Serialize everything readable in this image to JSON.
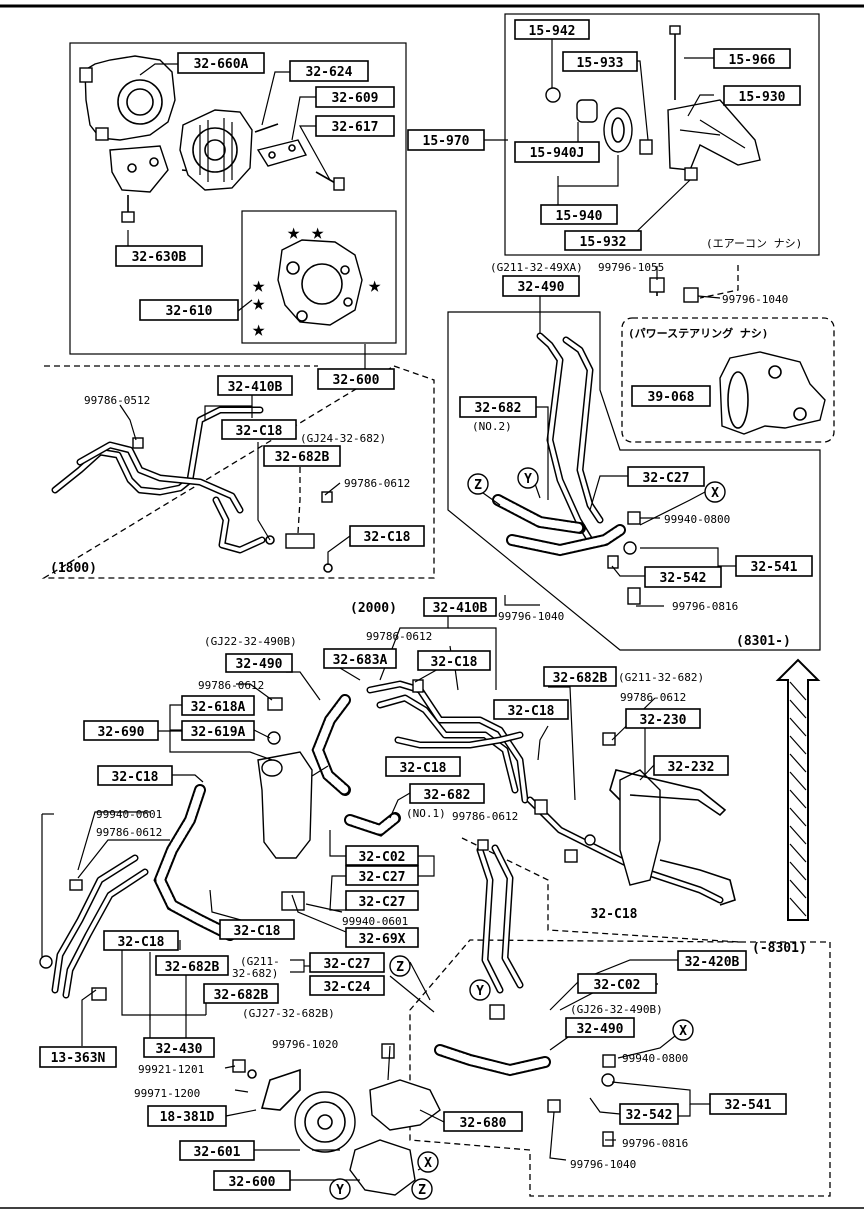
{
  "boxed_labels": [
    {
      "id": "32-660A",
      "text": "32-660A"
    },
    {
      "id": "32-624",
      "text": "32-624"
    },
    {
      "id": "32-609",
      "text": "32-609"
    },
    {
      "id": "32-617",
      "text": "32-617"
    },
    {
      "id": "32-630B",
      "text": "32-630B"
    },
    {
      "id": "32-610",
      "text": "32-610"
    },
    {
      "id": "32-600-top",
      "text": "32-600"
    },
    {
      "id": "15-942",
      "text": "15-942"
    },
    {
      "id": "15-933",
      "text": "15-933"
    },
    {
      "id": "15-966",
      "text": "15-966"
    },
    {
      "id": "15-930",
      "text": "15-930"
    },
    {
      "id": "15-970",
      "text": "15-970"
    },
    {
      "id": "15-940J",
      "text": "15-940J"
    },
    {
      "id": "15-940",
      "text": "15-940"
    },
    {
      "id": "15-932",
      "text": "15-932"
    },
    {
      "id": "32-490-top",
      "text": "32-490"
    },
    {
      "id": "39-068",
      "text": "39-068"
    },
    {
      "id": "32-682-no2",
      "text": "32-682"
    },
    {
      "id": "32-C27-top",
      "text": "32-C27"
    },
    {
      "id": "32-541-top",
      "text": "32-541"
    },
    {
      "id": "32-542-top",
      "text": "32-542"
    },
    {
      "id": "32-410B-1800",
      "text": "32-410B"
    },
    {
      "id": "32-C18-1800a",
      "text": "32-C18"
    },
    {
      "id": "32-682B-1800",
      "text": "32-682B"
    },
    {
      "id": "32-C18-1800b",
      "text": "32-C18"
    },
    {
      "id": "32-410B-2000",
      "text": "32-410B"
    },
    {
      "id": "32-490-mid",
      "text": "32-490"
    },
    {
      "id": "32-683A",
      "text": "32-683A"
    },
    {
      "id": "32-C18-m1",
      "text": "32-C18"
    },
    {
      "id": "32-618A",
      "text": "32-618A"
    },
    {
      "id": "32-690",
      "text": "32-690"
    },
    {
      "id": "32-619A",
      "text": "32-619A"
    },
    {
      "id": "32-682B-m",
      "text": "32-682B"
    },
    {
      "id": "32-C18-m2",
      "text": "32-C18"
    },
    {
      "id": "32-230",
      "text": "32-230"
    },
    {
      "id": "32-232",
      "text": "32-232"
    },
    {
      "id": "32-C18-m3",
      "text": "32-C18"
    },
    {
      "id": "32-C18-m4",
      "text": "32-C18"
    },
    {
      "id": "32-682-no1",
      "text": "32-682"
    },
    {
      "id": "32-C02-m",
      "text": "32-C02"
    },
    {
      "id": "32-C27-m1",
      "text": "32-C27"
    },
    {
      "id": "32-C27-m2",
      "text": "32-C27"
    },
    {
      "id": "32-C18-m5",
      "text": "32-C18"
    },
    {
      "id": "32-69X",
      "text": "32-69X"
    },
    {
      "id": "32-C18-m6",
      "text": "32-C18"
    },
    {
      "id": "32-682B-l1",
      "text": "32-682B"
    },
    {
      "id": "32-C27-l",
      "text": "32-C27"
    },
    {
      "id": "32-C24",
      "text": "32-C24"
    },
    {
      "id": "32-682B-l2",
      "text": "32-682B"
    },
    {
      "id": "13-363N",
      "text": "13-363N"
    },
    {
      "id": "32-430",
      "text": "32-430"
    },
    {
      "id": "18-381D",
      "text": "18-381D"
    },
    {
      "id": "32-601",
      "text": "32-601"
    },
    {
      "id": "32-600-bot",
      "text": "32-600"
    },
    {
      "id": "32-680",
      "text": "32-680"
    },
    {
      "id": "32-420B",
      "text": "32-420B"
    },
    {
      "id": "32-C02-r",
      "text": "32-C02"
    },
    {
      "id": "32-490-r",
      "text": "32-490"
    },
    {
      "id": "32-542-bot",
      "text": "32-542"
    },
    {
      "id": "32-541-bot",
      "text": "32-541"
    },
    {
      "id": "32-C18-r",
      "text": "32-C18"
    }
  ],
  "plain_labels": [
    {
      "id": "aircon",
      "text": "(エアーコン ナシ)"
    },
    {
      "id": "gj211-49xa",
      "text": "(G211-32-49XA)"
    },
    {
      "id": "99796-1055",
      "text": "99796-1055"
    },
    {
      "id": "99796-1040-top",
      "text": "99796-1040"
    },
    {
      "id": "powersteer",
      "text": "(パワーステアリング ナシ)"
    },
    {
      "id": "no2",
      "text": "(NO.2)"
    },
    {
      "id": "99940-0800-top",
      "text": "99940-0800"
    },
    {
      "id": "99796-0816-top",
      "text": "99796-0816"
    },
    {
      "id": "8301-",
      "text": "(8301-)"
    },
    {
      "id": "99786-0512-a",
      "text": "99786-0512"
    },
    {
      "id": "gj24",
      "text": "(GJ24-32-682)"
    },
    {
      "id": "99786-0612-a",
      "text": "99786-0612"
    },
    {
      "id": "1800",
      "text": "(1800)"
    },
    {
      "id": "2000",
      "text": "(2000)"
    },
    {
      "id": "99796-1040-mid",
      "text": "99796-1040"
    },
    {
      "id": "gj22",
      "text": "(GJ22-32-490B)"
    },
    {
      "id": "99786-0612-b",
      "text": "99786-0612"
    },
    {
      "id": "99786-0612-c",
      "text": "99786-0612"
    },
    {
      "id": "g211-682",
      "text": "(G211-32-682)"
    },
    {
      "id": "99786-0612-d",
      "text": "99786-0612"
    },
    {
      "id": "no1",
      "text": "(NO.1)"
    },
    {
      "id": "99786-0612-e",
      "text": "99786-0612"
    },
    {
      "id": "99940-0601-a",
      "text": "99940-0601"
    },
    {
      "id": "99786-0612-f",
      "text": "99786-0612"
    },
    {
      "id": "99940-0601-b",
      "text": "99940-0601"
    },
    {
      "id": "g211-2a",
      "text": "(G211-"
    },
    {
      "id": "g211-2b",
      "text": "32-682)"
    },
    {
      "id": "gj27",
      "text": "(GJ27-32-682B)"
    },
    {
      "id": "-8301",
      "text": "(-8301)"
    },
    {
      "id": "gj26",
      "text": "(GJ26-32-490B)"
    },
    {
      "id": "99796-1020",
      "text": "99796-1020"
    },
    {
      "id": "99921-1201",
      "text": "99921-1201"
    },
    {
      "id": "99971-1200",
      "text": "99971-1200"
    },
    {
      "id": "99940-0800-bot",
      "text": "99940-0800"
    },
    {
      "id": "99796-0816-bot",
      "text": "99796-0816"
    },
    {
      "id": "99796-1040-bot",
      "text": "99796-1040"
    }
  ],
  "circled_letters": [
    {
      "id": "Z-top",
      "text": "Z"
    },
    {
      "id": "Y-top",
      "text": "Y"
    },
    {
      "id": "X-top",
      "text": "X"
    },
    {
      "id": "Z-mid",
      "text": "Z"
    },
    {
      "id": "Y-mid",
      "text": "Y"
    },
    {
      "id": "X-bot",
      "text": "X"
    },
    {
      "id": "X-pump",
      "text": "X"
    },
    {
      "id": "Y-pump",
      "text": "Y"
    },
    {
      "id": "Z-pump",
      "text": "Z"
    }
  ]
}
